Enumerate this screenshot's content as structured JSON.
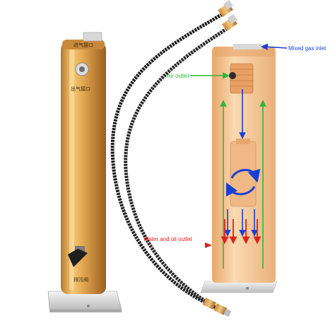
{
  "labels": {
    "mixed_gas_inlet": "Mixed gas inlet",
    "air_outlet": "Air outlet",
    "water_oil_outlet": "Water and oil outlet",
    "body_top_marking": "进气接口",
    "body_mid_marking": "出气接口",
    "body_bottom_marking": "排污阀"
  },
  "colors": {
    "mixed_gas_inlet": "#1a3fd6",
    "air_outlet": "#2fb53a",
    "water_oil_outlet": "#e0201a",
    "cylinder_gold": "#d9a043",
    "cutaway_body": "#f2c493"
  },
  "icons": {
    "flow_arrows_blue": "down-arrow-icon",
    "flow_arrows_green": "up-arrow-icon",
    "flow_arrows_red": "down-arrow-icon",
    "swirl": "swirl-arrow-icon"
  }
}
